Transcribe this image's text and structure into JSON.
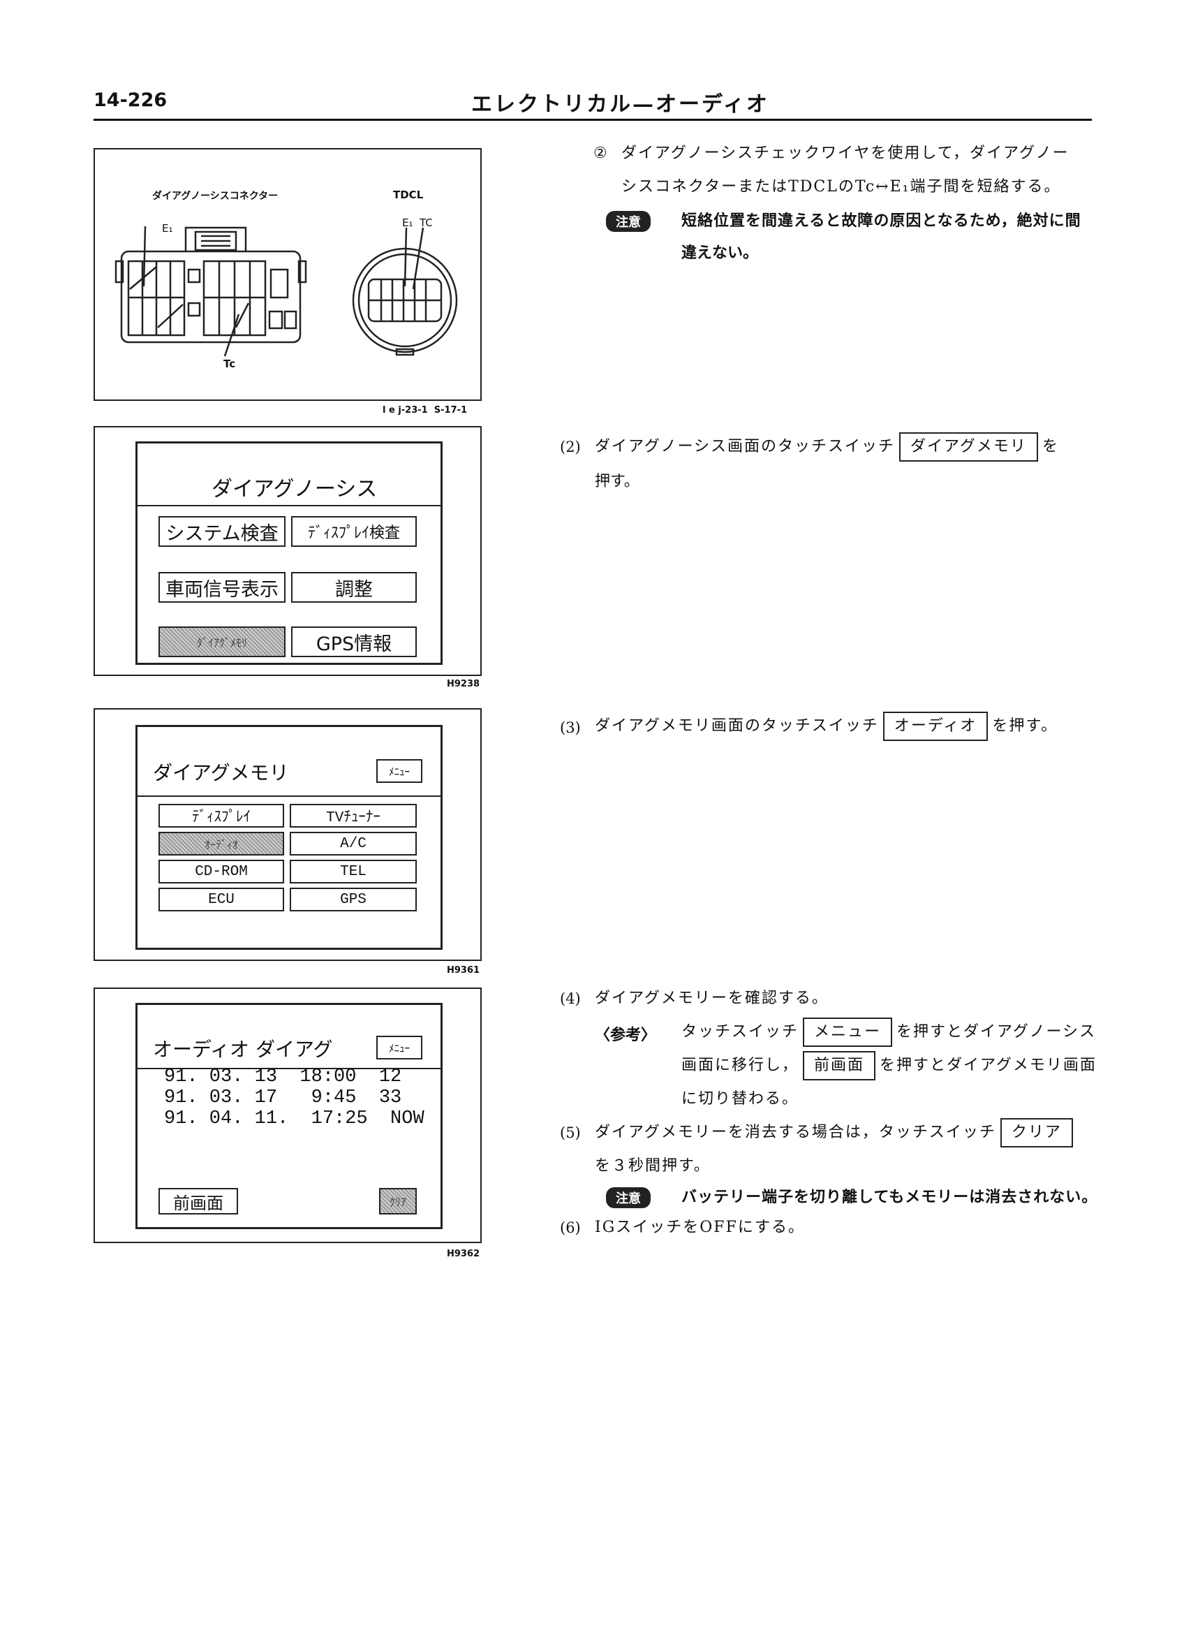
{
  "header": {
    "page_number": "14-226",
    "title": "エレクトリカル—オーディオ"
  },
  "figure1": {
    "connector_label": "ダイアグノーシスコネクター",
    "tdcl_label": "TDCL",
    "e1_label": "E₁",
    "tc_label": "Tc",
    "tdcl_terminals": "E₁  TC",
    "code": "l e j-23-1  S-17-1"
  },
  "figure2": {
    "title": "ダイアグノーシス",
    "buttons": [
      "システム検査",
      "ﾃﾞｨｽﾌﾟﾚｲ検査",
      "車両信号表示",
      "調整",
      "ﾀﾞｲｱｸﾞﾒﾓﾘ",
      "GPS情報"
    ],
    "code": "H9238"
  },
  "figure3": {
    "title": "ダイアグメモリ",
    "menu": "ﾒﾆｭｰ",
    "buttons": [
      "ﾃﾞｨｽﾌﾟﾚｲ",
      "TVﾁｭｰﾅｰ",
      "ｵｰﾃﾞｨｵ",
      "A/C",
      "CD-ROM",
      "TEL",
      "ECU",
      "GPS"
    ],
    "code": "H9361"
  },
  "figure4": {
    "title": "オーディオ ダイアグ",
    "menu": "ﾒﾆｭｰ",
    "log": [
      "91. 03. 13  18:00  12",
      "91. 03. 17   9:45  33",
      "91. 04. 11.  17:25  NOW"
    ],
    "prev_button": "前画面",
    "clear_button": "ｸﾘｱ",
    "code": "H9362"
  },
  "steps": {
    "s1_marker": "②",
    "s1_line1": "ダイアグノーシスチェックワイヤを使用して，ダイアグノー",
    "s1_line2": "シスコネクターまたはTDCLのTc↔E₁端子間を短絡する。",
    "note_label": "注意",
    "note1_line1": "短絡位置を間違えると故障の原因となるため，絶対に間",
    "note1_line2": "違えない。",
    "s2_num": "(2)",
    "s2_before": "ダイアグノーシス画面のタッチスイッチ",
    "s2_button": "ダイアグメモリ",
    "s2_after": "を",
    "s2_line2": "押す。",
    "s3_num": "(3)",
    "s3_before": "ダイアグメモリ画面のタッチスイッチ",
    "s3_button": "オーディオ",
    "s3_after": "を押す。",
    "s4_num": "(4)",
    "s4_text": "ダイアグメモリーを確認する。",
    "ref_label": "〈参考〉",
    "ref_before": "タッチスイッチ",
    "ref_button1": "メニュー",
    "ref_after1": "を押すとダイアグノーシス",
    "ref_line2_before": "画面に移行し，",
    "ref_button2": "前画面",
    "ref_line2_after": "を押すとダイアグメモリ画面",
    "ref_line3": "に切り替わる。",
    "s5_num": "(5)",
    "s5_before": "ダイアグメモリーを消去する場合は，タッチスイッチ",
    "s5_button": "クリア",
    "s5_line2": "を３秒間押す。",
    "note2": "バッテリー端子を切り離してもメモリーは消去されない。",
    "s6_num": "(6)",
    "s6_text": "IGスイッチをOFFにする。"
  }
}
